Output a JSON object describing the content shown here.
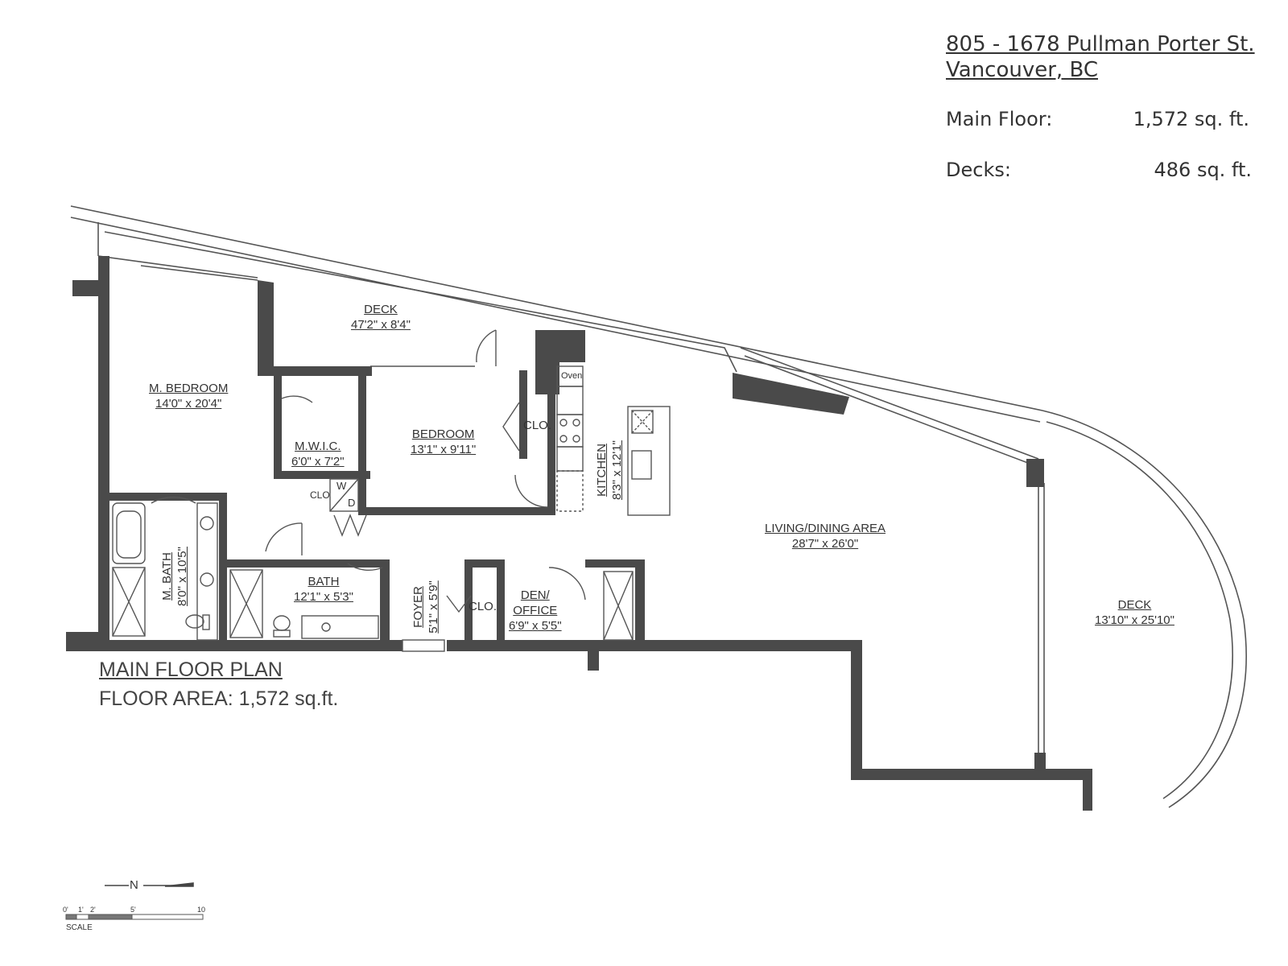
{
  "header": {
    "address_line1": "805 - 1678 Pullman Porter St.",
    "address_line2": "Vancouver, BC",
    "main_floor_label": "Main Floor:",
    "main_floor_value": "1,572 sq. ft.",
    "decks_label": "Decks:",
    "decks_value": "486 sq. ft."
  },
  "rooms": {
    "deck_north": {
      "name": "DECK",
      "dims": "47'2\" x 8'4\""
    },
    "master_bedroom": {
      "name": "M. BEDROOM",
      "dims": "14'0\" x 20'4\""
    },
    "mwic": {
      "name": "M.W.I.C.",
      "dims": "6'0\" x 7'2\""
    },
    "bedroom": {
      "name": "BEDROOM",
      "dims": "13'1\" x 9'11\""
    },
    "kitchen": {
      "name": "KITCHEN",
      "dims": "8'3\" x 12'1\""
    },
    "living": {
      "name": "LIVING/DINING AREA",
      "dims": "28'7\" x 26'0\""
    },
    "master_bath": {
      "name": "M. BATH",
      "dims": "8'0\" x 10'5\""
    },
    "bath": {
      "name": "BATH",
      "dims": "12'1\" x 5'3\""
    },
    "foyer": {
      "name": "FOYER",
      "dims": "5'1\" x 5'9\""
    },
    "den": {
      "name": "DEN/",
      "name2": "OFFICE",
      "dims": "6'9\" x 5'5\""
    },
    "deck_south": {
      "name": "DECK",
      "dims": "13'10\" x 25'10\""
    }
  },
  "fixtures": {
    "clo_bedroom": "CLO.",
    "clo_laundry": "CLO",
    "washer_dryer_w": "W",
    "washer_dryer_d": "D",
    "oven": "Oven",
    "clo_foyer": "CLO."
  },
  "plan": {
    "title": "MAIN FLOOR PLAN",
    "area": "FLOOR AREA: 1,572 sq.ft."
  },
  "legend": {
    "north": "N",
    "scale_ticks": [
      "0'",
      "1'",
      "2'",
      "5'",
      "10"
    ],
    "scale_label": "SCALE"
  },
  "colors": {
    "wall": "#4a4a4a",
    "line": "#555555"
  }
}
